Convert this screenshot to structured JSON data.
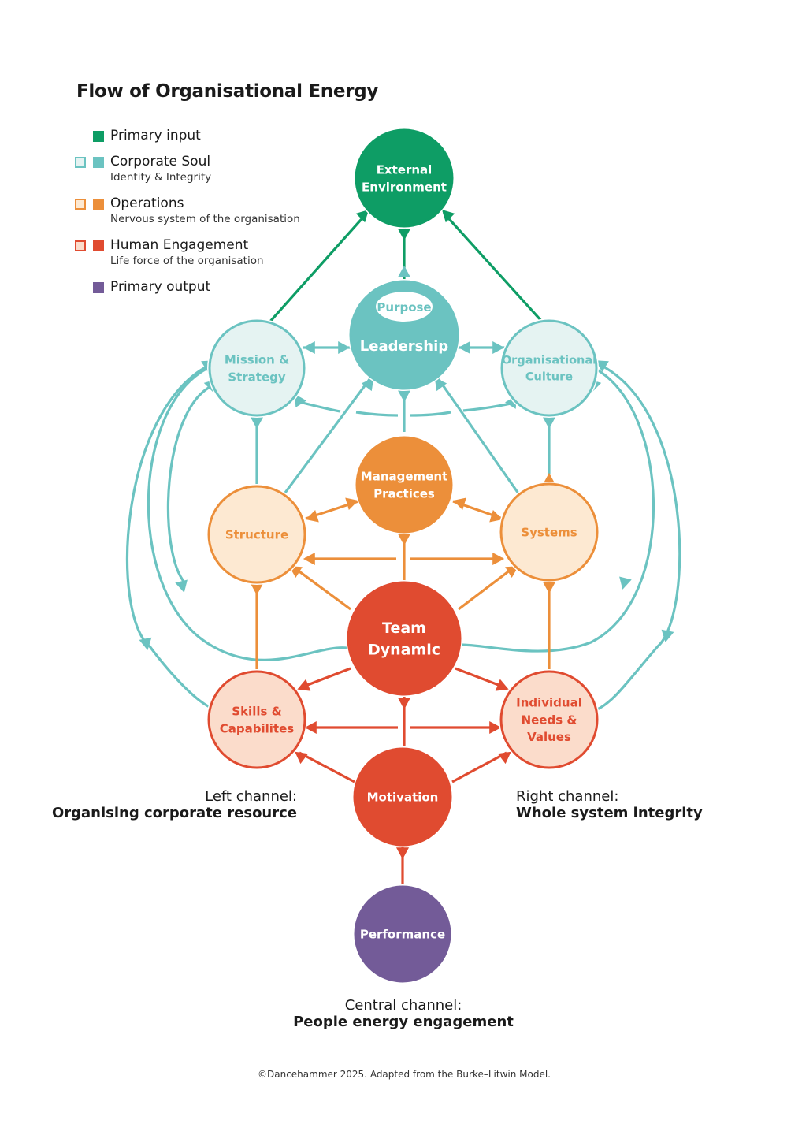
{
  "title": "Flow of Organisational Energy",
  "colors": {
    "primary_input": "#0e9d65",
    "corporate_soul": "#6bc3c1",
    "corporate_soul_light": "#e5f3f2",
    "operations": "#ec8f3a",
    "operations_light": "#fde9d2",
    "human_engagement": "#e04b30",
    "human_engagement_light": "#fbdccb",
    "primary_output": "#735b98"
  },
  "legend": [
    {
      "label": "Primary input",
      "sublabel": "",
      "swatches": [
        "primary_input"
      ]
    },
    {
      "label": "Corporate Soul",
      "sublabel": "Identity & Integrity",
      "swatches": [
        "corporate_soul_light",
        "corporate_soul"
      ]
    },
    {
      "label": "Operations",
      "sublabel": "Nervous system of the organisation",
      "swatches": [
        "operations_light",
        "operations"
      ]
    },
    {
      "label": "Human Engagement",
      "sublabel": "Life force of the organisation",
      "swatches": [
        "human_engagement_light",
        "human_engagement"
      ]
    },
    {
      "label": "Primary output",
      "sublabel": "",
      "swatches": [
        "primary_output"
      ]
    }
  ],
  "nodes": {
    "external_environment": {
      "lines": [
        "External",
        "Environment"
      ],
      "group": "primary_input"
    },
    "leadership": {
      "lines": [
        "Leadership"
      ],
      "badge": "Purpose",
      "group": "corporate_soul"
    },
    "mission_strategy": {
      "lines": [
        "Mission &",
        "Strategy"
      ],
      "group": "corporate_soul_light"
    },
    "organisational_culture": {
      "lines": [
        "Organisational",
        "Culture"
      ],
      "group": "corporate_soul_light"
    },
    "management_practices": {
      "lines": [
        "Management",
        "Practices"
      ],
      "group": "operations"
    },
    "structure": {
      "lines": [
        "Structure"
      ],
      "group": "operations_light"
    },
    "systems": {
      "lines": [
        "Systems"
      ],
      "group": "operations_light"
    },
    "team_dynamic": {
      "lines": [
        "Team",
        "Dynamic"
      ],
      "group": "human_engagement"
    },
    "skills_capabilities": {
      "lines": [
        "Skills &",
        "Capabilites"
      ],
      "group": "human_engagement_light"
    },
    "individual_needs_values": {
      "lines": [
        "Individual",
        "Needs &",
        "Values"
      ],
      "group": "human_engagement_light"
    },
    "motivation": {
      "lines": [
        "Motivation"
      ],
      "group": "human_engagement"
    },
    "performance": {
      "lines": [
        "Performance"
      ],
      "group": "primary_output"
    }
  },
  "channels": {
    "left": {
      "line1": "Left channel:",
      "line2": "Organising corporate resource"
    },
    "right": {
      "line1": "Right channel:",
      "line2": "Whole system integrity"
    },
    "center": {
      "line1": "Central channel:",
      "line2": "People energy engagement"
    }
  },
  "footer": "©Dancehammer 2025. Adapted from the Burke–Litwin Model."
}
